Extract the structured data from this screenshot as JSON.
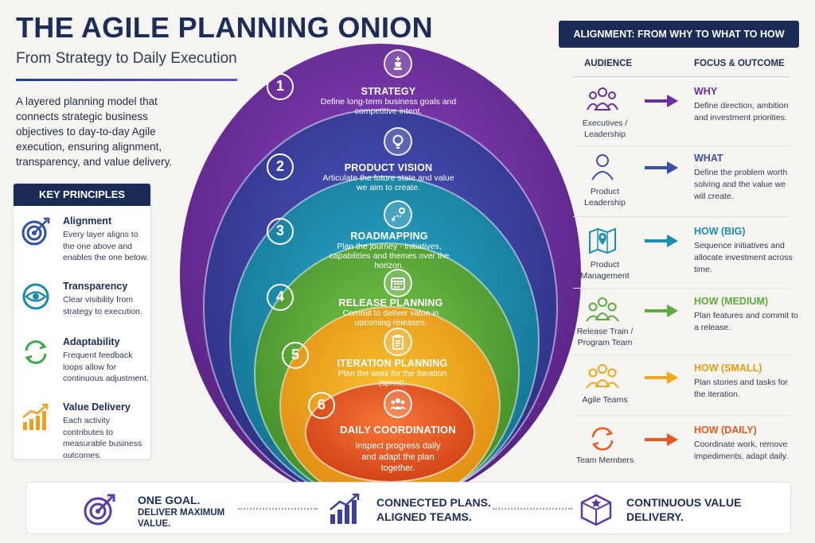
{
  "header": {
    "title": "THE AGILE PLANNING ONION",
    "subtitle": "From Strategy to Daily Execution",
    "intro": "A layered planning model that connects strategic business objectives to day-to-day Agile execution, ensuring alignment, transparency, and value delivery."
  },
  "key_principles": {
    "heading": "KEY PRINCIPLES",
    "items": [
      {
        "title": "Alignment",
        "desc": "Every layer aligns to the one above and enables the one below.",
        "icon": "target-icon",
        "color": "#2f4fa8"
      },
      {
        "title": "Transparency",
        "desc": "Clear visibility from strategy to execution.",
        "icon": "eye-icon",
        "color": "#1a8aa8"
      },
      {
        "title": "Adaptability",
        "desc": "Frequent feedback loops allow for continuous adjustment.",
        "icon": "cycle-icon",
        "color": "#3aa84a"
      },
      {
        "title": "Value Delivery",
        "desc": "Each activity contributes to measurable business outcomes.",
        "icon": "growth-chart-icon",
        "color": "#f0a020"
      }
    ]
  },
  "onion": {
    "layers": [
      {
        "number": "1",
        "title": "STRATEGY",
        "desc": "Define long-term business goals and competitive intent.",
        "icon": "chess-king-icon",
        "color": "#6a2fa0"
      },
      {
        "number": "2",
        "title": "PRODUCT VISION",
        "desc": "Articulate the future state and value we aim to create.",
        "icon": "lightbulb-icon",
        "color": "#3b3f9e"
      },
      {
        "number": "3",
        "title": "ROADMAPPING",
        "desc": "Plan the journey - initiatives, capabilities and themes over the horizon.",
        "icon": "route-map-icon",
        "color": "#1b8fb0"
      },
      {
        "number": "4",
        "title": "RELEASE PLANNING",
        "desc": "Commit to deliver value in upcoming releases.",
        "icon": "calendar-icon",
        "color": "#5cab3c"
      },
      {
        "number": "5",
        "title": "ITERATION PLANNING",
        "desc": "Plan the work for the iteration (sprint).",
        "icon": "clipboard-icon",
        "color": "#f2a81a"
      },
      {
        "number": "6",
        "title": "DAILY COORDINATION",
        "desc": "Inspect progress daily and adapt the plan together.",
        "icon": "team-icon",
        "color": "#e8581c"
      }
    ]
  },
  "alignment": {
    "heading": "ALIGNMENT: FROM WHY TO WHAT TO HOW",
    "col_audience": "AUDIENCE",
    "col_focus": "FOCUS & OUTCOME",
    "rows": [
      {
        "audience": "Executives / Leadership",
        "title": "WHY",
        "desc": "Define direction, ambition and investment priorities.",
        "icon": "executives-icon",
        "color": "#6a2fa0"
      },
      {
        "audience": "Product Leadership",
        "title": "WHAT",
        "desc": "Define the problem worth solving and the value we will create.",
        "icon": "person-icon",
        "color": "#3b4fa8"
      },
      {
        "audience": "Product Management",
        "title": "HOW (BIG)",
        "desc": "Sequence initiatives and allocate investment across time.",
        "icon": "map-pin-icon",
        "color": "#1b8fb0"
      },
      {
        "audience": "Release Train / Program Team",
        "title": "HOW (MEDIUM)",
        "desc": "Plan features and commit to a release.",
        "icon": "group-icon",
        "color": "#5cab3c"
      },
      {
        "audience": "Agile Teams",
        "title": "HOW (SMALL)",
        "desc": "Plan stories and tasks for the iteration.",
        "icon": "team-icon",
        "color": "#f2a81a"
      },
      {
        "audience": "Team Members",
        "title": "HOW (DAILY)",
        "desc": "Coordinate work, remove impediments, adapt daily.",
        "icon": "refresh-icon",
        "color": "#e8581c"
      }
    ]
  },
  "footer": {
    "goal_line1": "ONE GOAL.",
    "goal_line2": "DELIVER MAXIMUM VALUE.",
    "plans": "CONNECTED PLANS. ALIGNED TEAMS.",
    "continuous": "CONTINUOUS VALUE DELIVERY."
  }
}
